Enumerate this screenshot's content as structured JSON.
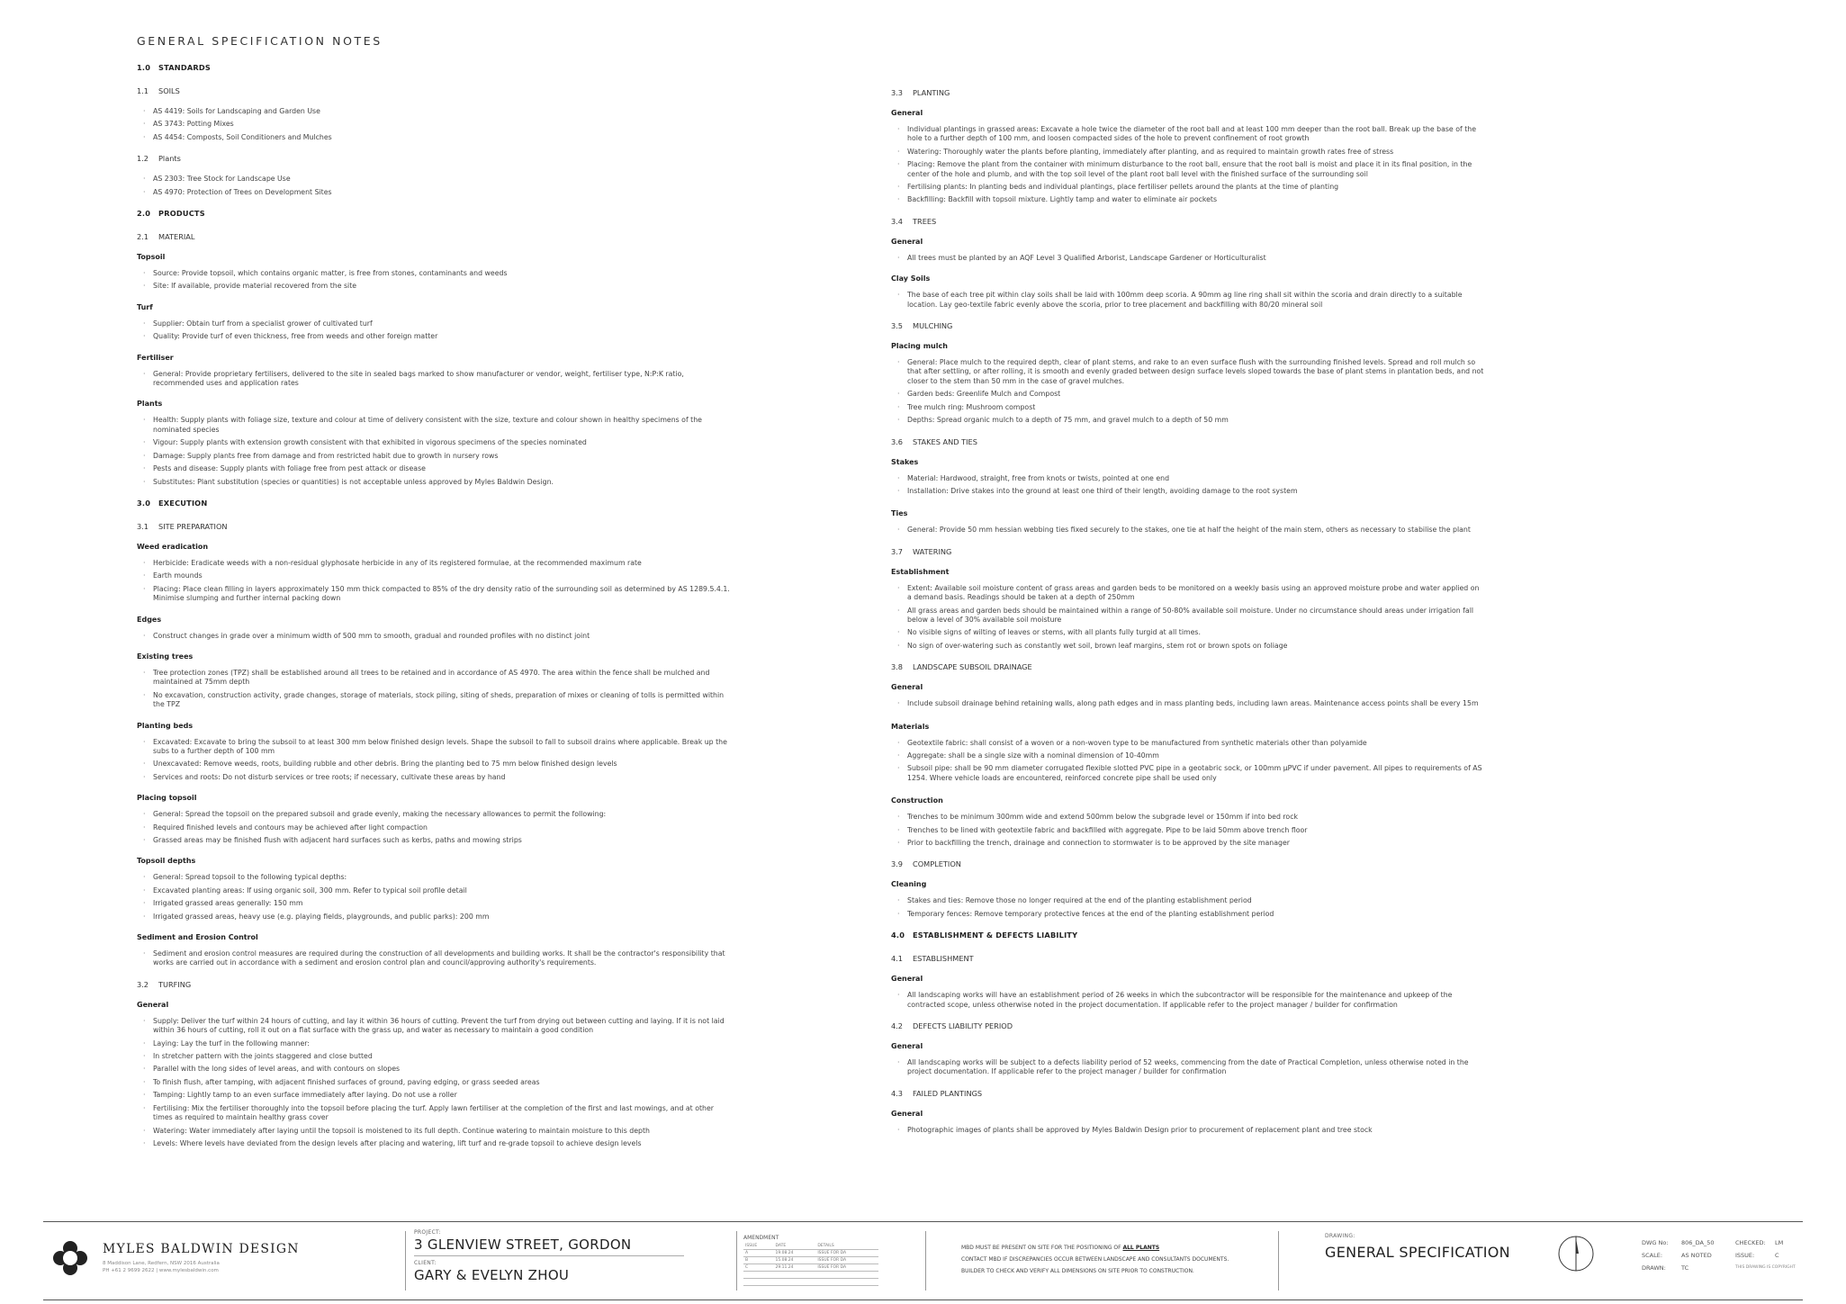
{
  "sheet_title": "GENERAL SPECIFICATION NOTES",
  "left_column": [
    {
      "kind": "h1",
      "num": "1.0",
      "text": "STANDARDS"
    },
    {
      "kind": "h2",
      "num": "1.1",
      "text": "SOILS"
    },
    {
      "kind": "list",
      "items": [
        "AS 4419: Soils for Landscaping and Garden Use",
        "AS 3743: Potting Mixes",
        "AS 4454: Composts, Soil Conditioners and Mulches"
      ]
    },
    {
      "kind": "h2",
      "num": "1.2",
      "text": "Plants"
    },
    {
      "kind": "list",
      "items": [
        "AS 2303: Tree Stock for Landscape Use",
        "AS 4970: Protection of Trees on Development Sites"
      ]
    },
    {
      "kind": "h1",
      "num": "2.0",
      "text": "PRODUCTS"
    },
    {
      "kind": "h2",
      "num": "2.1",
      "text": "MATERIAL"
    },
    {
      "kind": "h3",
      "text": "Topsoil"
    },
    {
      "kind": "list",
      "items": [
        "Source: Provide topsoil, which contains organic matter, is free from stones, contaminants and weeds",
        "Site: If available, provide material recovered from the site"
      ]
    },
    {
      "kind": "h3",
      "text": "Turf"
    },
    {
      "kind": "list",
      "items": [
        "Supplier: Obtain turf from a specialist grower of cultivated turf",
        "Quality: Provide turf of even thickness, free from weeds and other foreign matter"
      ]
    },
    {
      "kind": "h3",
      "text": "Fertiliser"
    },
    {
      "kind": "list",
      "items": [
        "General: Provide proprietary fertilisers, delivered to the site in sealed bags marked to show manufacturer or vendor, weight, fertiliser type, N:P:K ratio, recommended uses and application rates"
      ]
    },
    {
      "kind": "h3",
      "text": "Plants"
    },
    {
      "kind": "list",
      "items": [
        "Health: Supply plants with foliage size, texture and colour at time of delivery consistent with the size, texture and colour shown in healthy specimens of the nominated species",
        "Vigour: Supply plants with extension growth consistent with that exhibited in vigorous specimens of the species nominated",
        "Damage: Supply plants free from damage and from restricted habit due to growth in nursery rows",
        "Pests and disease: Supply plants with foliage free from pest attack or disease",
        "Substitutes: Plant substitution (species or quantities) is not acceptable unless approved by Myles Baldwin Design."
      ]
    },
    {
      "kind": "h1",
      "num": "3.0",
      "text": "EXECUTION"
    },
    {
      "kind": "h2",
      "num": "3.1",
      "text": "SITE PREPARATION"
    },
    {
      "kind": "h3",
      "text": "Weed eradication"
    },
    {
      "kind": "list",
      "items": [
        "Herbicide: Eradicate weeds with a non-residual glyphosate herbicide in any of its registered formulae, at the recommended maximum rate",
        "Earth mounds",
        "Placing: Place clean filling in layers approximately 150 mm thick compacted to 85% of the dry density ratio of the surrounding soil as determined by AS 1289.5.4.1. Minimise slumping and further internal packing down"
      ]
    },
    {
      "kind": "h3",
      "text": "Edges"
    },
    {
      "kind": "list",
      "items": [
        "Construct changes in grade over a minimum width of 500 mm to smooth, gradual and rounded profiles with no distinct joint"
      ]
    },
    {
      "kind": "h3",
      "text": "Existing trees"
    },
    {
      "kind": "list",
      "items": [
        "Tree protection zones (TPZ) shall be established around all trees to be retained and in accordance of AS 4970. The area within the fence shall be mulched and maintained at 75mm depth",
        "No excavation, construction activity, grade changes, storage of materials, stock piling, siting of sheds, preparation of mixes or cleaning of tolls is permitted within the TPZ"
      ]
    },
    {
      "kind": "h3",
      "text": "Planting beds"
    },
    {
      "kind": "list",
      "items": [
        "Excavated: Excavate to bring the subsoil to at least 300 mm below finished design levels. Shape the subsoil to fall to subsoil drains where applicable. Break up the subs to a further depth of 100 mm",
        "Unexcavated: Remove weeds, roots, building rubble and other debris. Bring the planting bed to 75 mm below finished design levels",
        "Services and roots: Do not disturb services or tree roots; if necessary, cultivate these areas by hand"
      ]
    },
    {
      "kind": "h3",
      "text": "Placing topsoil"
    },
    {
      "kind": "list",
      "items": [
        "General: Spread the topsoil on the prepared subsoil and grade evenly, making the necessary allowances to permit the following:",
        "Required finished levels and contours may be achieved after light compaction",
        "Grassed areas may be finished flush with adjacent hard surfaces such as kerbs, paths and mowing strips"
      ]
    },
    {
      "kind": "h3",
      "text": "Topsoil depths"
    },
    {
      "kind": "list",
      "items": [
        "General: Spread topsoil to the following typical depths:",
        "Excavated planting areas: If using organic soil, 300 mm. Refer to typical soil profile detail",
        "Irrigated grassed areas generally: 150 mm",
        "Irrigated grassed areas, heavy use (e.g. playing fields, playgrounds, and public parks): 200 mm"
      ]
    },
    {
      "kind": "h3",
      "text": "Sediment and Erosion Control"
    },
    {
      "kind": "list",
      "items": [
        "Sediment and erosion control measures are required during the construction of all developments and building works. It shall be the contractor's responsibility that works are carried out in accordance with a sediment and erosion control plan and council/approving authority's requirements."
      ]
    },
    {
      "kind": "h2",
      "num": "3.2",
      "text": "TURFING"
    },
    {
      "kind": "h3",
      "text": "General"
    },
    {
      "kind": "list",
      "items": [
        "Supply: Deliver the turf within 24 hours of cutting, and lay it within 36 hours of cutting. Prevent the turf from drying out between cutting and laying. If it is not laid within 36 hours of cutting, roll it out on a flat surface with the grass up, and water as necessary to maintain a good condition",
        "Laying: Lay the turf in the following manner:",
        "In stretcher pattern with the joints staggered and close butted",
        "Parallel with the long sides of level areas, and with contours on slopes",
        "To finish flush, after tamping, with adjacent finished surfaces of ground, paving edging, or grass seeded areas",
        "Tamping: Lightly tamp to an even surface immediately after laying. Do not use a roller",
        "Fertilising: Mix the fertiliser thoroughly into the topsoil before placing the turf. Apply lawn fertiliser at the completion of the first and last mowings, and at other times as required to maintain healthy grass cover",
        "Watering: Water immediately after laying until the topsoil is moistened to its full depth. Continue watering to maintain moisture to this depth",
        "Levels: Where levels have deviated from the design levels after placing and watering, lift turf and re-grade topsoil to achieve design levels"
      ]
    }
  ],
  "right_column": [
    {
      "kind": "h2",
      "num": "3.3",
      "text": "PLANTING"
    },
    {
      "kind": "h3",
      "text": "General"
    },
    {
      "kind": "list",
      "items": [
        "Individual plantings in grassed areas: Excavate a hole twice the diameter of the root ball and at least 100 mm deeper than the root ball. Break up the base of the hole to a further depth of 100 mm, and loosen compacted sides of the hole to prevent confinement of root growth",
        "Watering: Thoroughly water the plants before planting, immediately after planting, and as required to maintain growth rates free of stress",
        "Placing: Remove the plant from the container with minimum disturbance to the root ball, ensure that the root ball is moist and place it in its final position, in the center of the hole and plumb, and with the top soil level of the plant root ball level with the finished surface of the surrounding soil",
        "Fertilising plants: In planting beds and individual plantings, place fertiliser pellets around the plants at the time of planting",
        "Backfilling: Backfill with topsoil mixture. Lightly tamp and water to eliminate air pockets"
      ]
    },
    {
      "kind": "h2",
      "num": "3.4",
      "text": "TREES"
    },
    {
      "kind": "h3",
      "text": "General"
    },
    {
      "kind": "list",
      "items": [
        "All trees must be planted by an AQF Level 3 Qualified Arborist, Landscape Gardener or Horticulturalist"
      ]
    },
    {
      "kind": "h3",
      "text": "Clay Soils"
    },
    {
      "kind": "list",
      "items": [
        "The base of each tree pit within clay soils shall be laid with 100mm deep scoria. A 90mm ag line ring shall sit within the scoria and drain directly to a suitable location. Lay geo-textile fabric evenly above the scoria, prior to tree placement and backfilling with 80/20 mineral soil"
      ]
    },
    {
      "kind": "h2",
      "num": "3.5",
      "text": "MULCHING"
    },
    {
      "kind": "h3",
      "text": "Placing mulch"
    },
    {
      "kind": "list",
      "items": [
        "General: Place mulch to the required depth, clear of plant stems, and rake to an even surface flush with the surrounding finished levels. Spread and roll mulch so that after settling, or after rolling, it is smooth and evenly graded between design surface levels sloped towards the base of plant stems in plantation beds, and not closer to the stem than 50 mm in the case of gravel mulches.",
        "Garden beds: Greenlife Mulch and Compost",
        "Tree mulch ring: Mushroom compost",
        "Depths: Spread organic mulch to a depth of 75 mm, and gravel mulch to a depth of 50 mm"
      ]
    },
    {
      "kind": "h2",
      "num": "3.6",
      "text": "STAKES AND TIES"
    },
    {
      "kind": "h3",
      "text": "Stakes"
    },
    {
      "kind": "list",
      "items": [
        "Material: Hardwood, straight, free from knots or twists, pointed at one end",
        "Installation: Drive stakes into the ground at least one third of their length, avoiding damage to the root system"
      ]
    },
    {
      "kind": "gap"
    },
    {
      "kind": "h3",
      "text": "Ties"
    },
    {
      "kind": "list",
      "items": [
        "General: Provide 50 mm hessian webbing ties fixed securely to the stakes, one tie at half the height of the main stem, others as necessary to stabilise the plant"
      ]
    },
    {
      "kind": "h2",
      "num": "3.7",
      "text": "WATERING"
    },
    {
      "kind": "h3",
      "text": "Establishment"
    },
    {
      "kind": "list",
      "items": [
        "Extent: Available soil moisture content of grass areas and garden beds to be monitored on a weekly basis using an approved moisture probe and water applied on a demand basis. Readings should be taken at a depth of 250mm",
        "All grass areas and garden beds should be maintained within a range of 50-80% available soil moisture. Under no circumstance should areas under irrigation fall below a level of 30% available soil moisture",
        "No visible signs of wilting of leaves or stems, with all plants fully turgid at all times.",
        "No sign of over-watering such as constantly wet soil, brown leaf margins, stem rot or brown spots on foliage"
      ]
    },
    {
      "kind": "h2",
      "num": "3.8",
      "text": "LANDSCAPE SUBSOIL DRAINAGE"
    },
    {
      "kind": "h3",
      "text": "General"
    },
    {
      "kind": "list",
      "items": [
        "Include subsoil drainage behind retaining walls, along path edges and in mass planting beds, including lawn areas. Maintenance access points shall be every 15m"
      ]
    },
    {
      "kind": "gap"
    },
    {
      "kind": "h3",
      "text": "Materials"
    },
    {
      "kind": "list",
      "items": [
        "Geotextile fabric: shall consist of a woven or a non-woven type to be manufactured from synthetic materials other than polyamide",
        "Aggregate: shall be a single size with a nominal dimension of 10-40mm",
        "Subsoil pipe: shall be 90 mm diameter corrugated flexible slotted PVC pipe in a geotabric sock, or 100mm µPVC if under pavement. All pipes to requirements of AS 1254. Where vehicle loads are encountered, reinforced concrete pipe shall be used only"
      ]
    },
    {
      "kind": "gap"
    },
    {
      "kind": "h3",
      "text": "Construction"
    },
    {
      "kind": "list",
      "items": [
        "Trenches to be minimum 300mm wide and extend 500mm below the subgrade level or 150mm if into bed rock",
        "Trenches to be lined with geotextile fabric and backfilled with aggregate. Pipe to be laid 50mm above trench floor",
        "Prior to backfilling the trench, drainage and connection to stormwater is to be approved by the site manager"
      ]
    },
    {
      "kind": "h2",
      "num": "3.9",
      "text": "COMPLETION"
    },
    {
      "kind": "h3",
      "text": "Cleaning"
    },
    {
      "kind": "list",
      "items": [
        "Stakes and ties: Remove those no longer required at the end of the planting establishment period",
        "Temporary fences: Remove temporary protective fences at the end of the planting establishment period"
      ]
    },
    {
      "kind": "h1",
      "num": "4.0",
      "text": "ESTABLISHMENT & DEFECTS LIABILITY"
    },
    {
      "kind": "h2",
      "num": "4.1",
      "text": "ESTABLISHMENT"
    },
    {
      "kind": "h3",
      "text": "General"
    },
    {
      "kind": "list",
      "items": [
        "All landscaping works will have an establishment period of 26 weeks in which the subcontractor will be responsible for the maintenance and upkeep of the contracted scope, unless otherwise noted in the project documentation. If applicable refer to the project manager / builder for confirmation"
      ]
    },
    {
      "kind": "h2",
      "num": "4.2",
      "text": "DEFECTS LIABILITY PERIOD"
    },
    {
      "kind": "h3",
      "text": "General"
    },
    {
      "kind": "list",
      "items": [
        "All landscaping works will be subject to a defects liability period of 52 weeks, commencing from the date of Practical Completion, unless otherwise noted in the project documentation. If applicable refer to the project manager / builder for confirmation"
      ]
    },
    {
      "kind": "h2",
      "num": "4.3",
      "text": "FAILED PLANTINGS"
    },
    {
      "kind": "h3",
      "text": "General"
    },
    {
      "kind": "list",
      "items": [
        "Photographic images of plants shall be approved by Myles Baldwin Design prior to procurement of replacement plant and tree stock"
      ]
    }
  ],
  "title_block": {
    "firm_name": "MYLES BALDWIN DESIGN",
    "firm_address": "8 Maddison Lane, Redfern, NSW 2016 Australia",
    "firm_contact": "PH +61 2 9699 2622 | www.mylesbaldwin.com",
    "project_label": "PROJECT:",
    "project": "3 GLENVIEW STREET, GORDON",
    "client_label": "CLIENT:",
    "client": "GARY & EVELYN ZHOU",
    "amendment_label": "AMENDMENT",
    "amendment_headers": [
      "ISSUE",
      "DATE",
      "DETAILS"
    ],
    "amendments": [
      [
        "A",
        "19.08.24",
        "ISSUE FOR DA"
      ],
      [
        "B",
        "15.08.24",
        "ISSUE FOR DA"
      ],
      [
        "C",
        "29.11.24",
        "ISSUE FOR DA"
      ]
    ],
    "note_line1_prefix": "MBD MUST BE PRESENT ON SITE FOR THE POSITIONING OF ",
    "note_line1_bold": "ALL PLANTS",
    "note_line2": "CONTACT MBD IF DISCREPANCIES OCCUR BETWEEN LANDSCAPE AND CONSULTANTS DOCUMENTS.",
    "note_line3": "BUILDER TO CHECK AND VERIFY ALL DIMENSIONS ON SITE PRIOR TO CONSTRUCTION.",
    "drawing_label": "DRAWING:",
    "drawing": "GENERAL SPECIFICATION",
    "meta": {
      "dwg_label": "DWG No:",
      "dwg": "806_DA_50",
      "scale_label": "SCALE:",
      "scale": "AS NOTED",
      "drawn_label": "DRAWN:",
      "drawn": "TC",
      "checked_label": "CHECKED:",
      "checked": "LM",
      "issue_label": "ISSUE:",
      "issue": "C",
      "copyright": "THIS DRAWING IS COPYRIGHT"
    }
  }
}
